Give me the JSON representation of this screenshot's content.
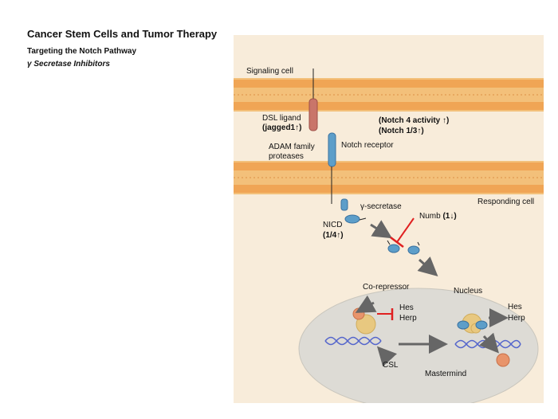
{
  "header": {
    "title": "Cancer Stem Cells and Tumor Therapy",
    "subtitle": "Targeting the Notch Pathway",
    "subtitle2": "γ Secretase Inhibitors"
  },
  "diagram": {
    "signaling_cell": "Signaling cell",
    "dsl_ligand": "DSL ligand",
    "jagged": "(jagged1↑)",
    "notch4": "(Notch 4 activity ↑)",
    "notch13": "(Notch 1/3↑)",
    "notch_receptor": "Notch receptor",
    "adam1": "ADAM family",
    "adam2": "proteases",
    "responding_cell": "Responding cell",
    "gamma_secretase": "γ-secretase",
    "numb_label": "Numb ",
    "numb_value": "(1↓)",
    "nicd": "NICD",
    "nicd_value": "(1/4↑)",
    "corepressor": "Co-repressor",
    "nucleus": "Nucleus",
    "hes_left": "Hes",
    "herp_left": "Herp",
    "hes_right": "Hes",
    "herp_right": "Herp",
    "csl": "CSL",
    "mastermind": "Mastermind"
  },
  "colors": {
    "background": "#f8ecda",
    "membrane": "#f0b05a",
    "ligand": "#c9756a",
    "receptor": "#5d9ec9",
    "inhibit": "#e02020",
    "arrow": "#666666",
    "nucleus": "#dddbd5",
    "dna": "#5566cc",
    "corepressor_ball": "#e8946b",
    "csl_ball": "#e8c880"
  }
}
